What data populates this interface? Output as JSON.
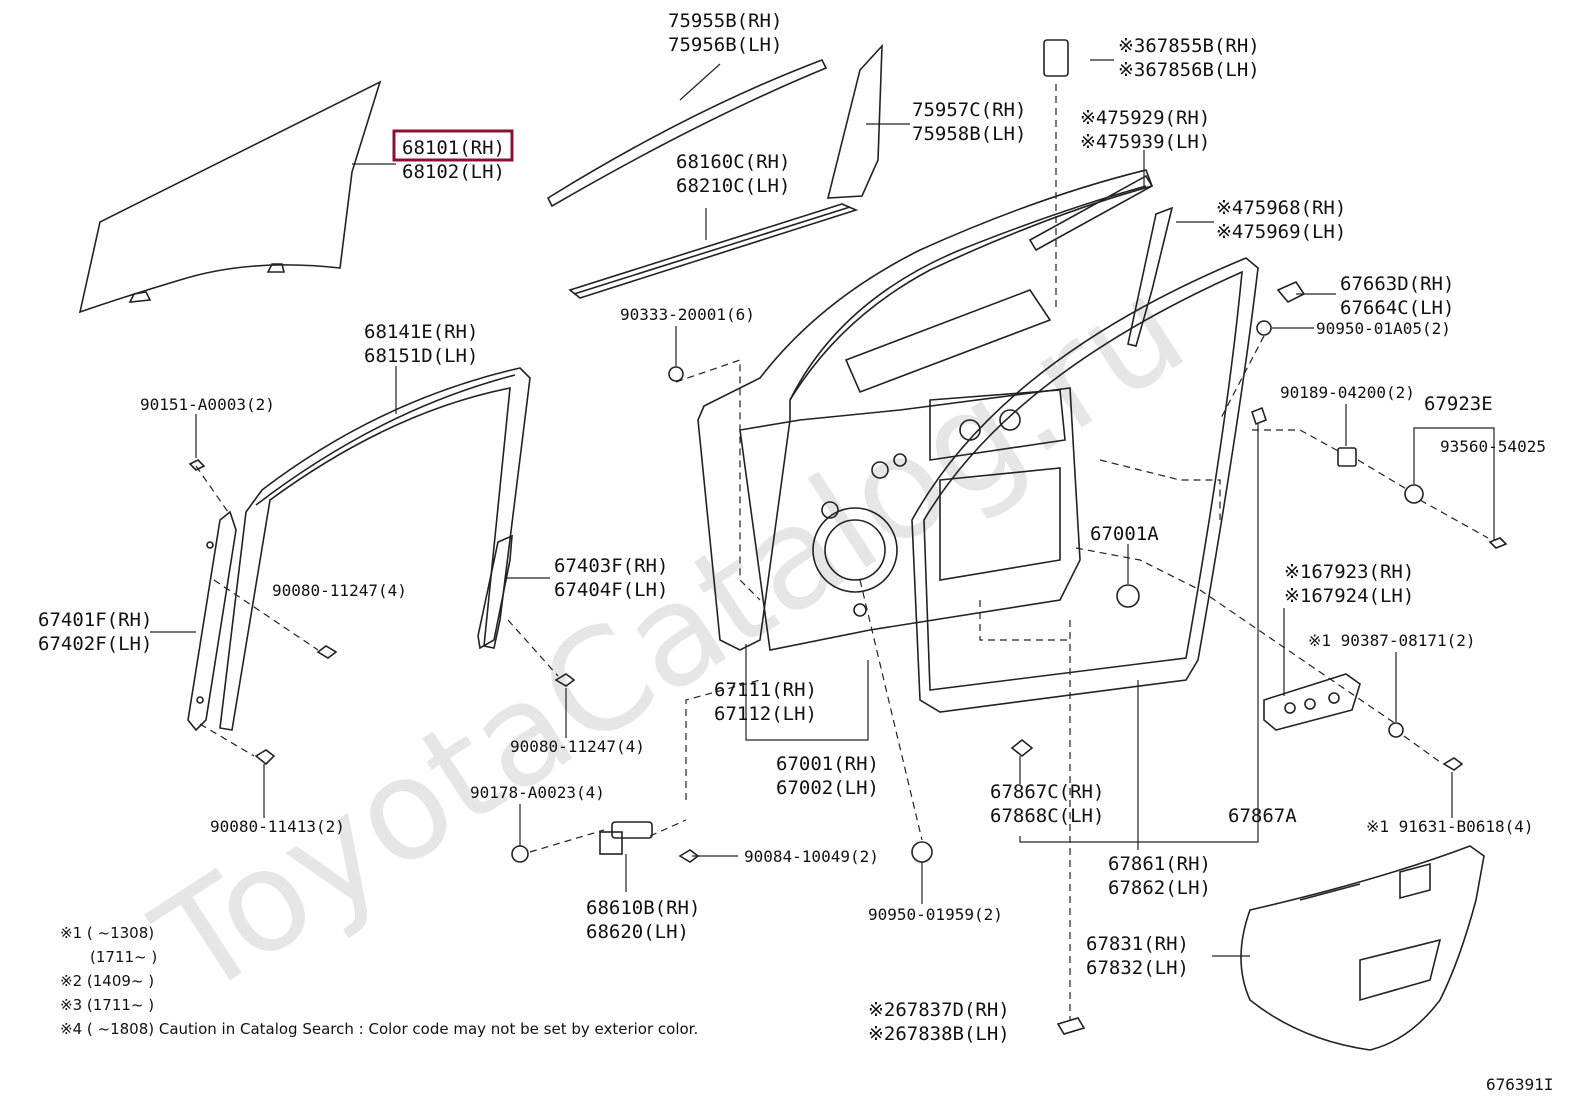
{
  "watermark": "ToyotaCatalog.ru",
  "figure_id": "676391I",
  "parts": {
    "p68101": [
      "68101(RH)",
      "68102(LH)"
    ],
    "p75955": [
      "75955B(RH)",
      "75956B(LH)"
    ],
    "p75957": [
      "75957C(RH)",
      "75958B(LH)"
    ],
    "p68160": [
      "68160C(RH)",
      "68210C(LH)"
    ],
    "p67855": [
      "※367855B(RH)",
      "※367856B(LH)"
    ],
    "p75929": [
      "※475929(RH)",
      "※475939(LH)"
    ],
    "p75968": [
      "※475968(RH)",
      "※475969(LH)"
    ],
    "p67663": [
      "67663D(RH)",
      "67664C(LH)"
    ],
    "p90950a": [
      "90950-01A05(2)"
    ],
    "p90333": [
      "90333-20001(6)"
    ],
    "p68141": [
      "68141E(RH)",
      "68151D(LH)"
    ],
    "p90151": [
      "90151-A0003(2)"
    ],
    "p90189": [
      "90189-04200(2)"
    ],
    "p67923e": [
      "67923E"
    ],
    "p93560": [
      "93560-54025"
    ],
    "p67001a": [
      "67001A"
    ],
    "p90080a": [
      "90080-11247(4)"
    ],
    "p67401": [
      "67401F(RH)",
      "67402F(LH)"
    ],
    "p67403": [
      "67403F(RH)",
      "67404F(LH)"
    ],
    "p67923": [
      "※167923(RH)",
      "※167924(LH)"
    ],
    "p90387": [
      "※1 90387-08171(2)"
    ],
    "p67111": [
      "67111(RH)",
      "67112(LH)"
    ],
    "p90080b": [
      "90080-11247(4)"
    ],
    "p67001": [
      "67001(RH)",
      "67002(LH)"
    ],
    "p90178": [
      "90178-A0023(4)"
    ],
    "p67867c": [
      "67867C(RH)",
      "67868C(LH)"
    ],
    "p67867a": [
      "67867A"
    ],
    "p90080c": [
      "90080-11413(2)"
    ],
    "p91631": [
      "※1 91631-B0618(4)"
    ],
    "p90084": [
      "90084-10049(2)"
    ],
    "p67861": [
      "67861(RH)",
      "67862(LH)"
    ],
    "p68610": [
      "68610B(RH)",
      "68620(LH)"
    ],
    "p90950b": [
      "90950-01959(2)"
    ],
    "p67831": [
      "67831(RH)",
      "67832(LH)"
    ],
    "p67837": [
      "※267837D(RH)",
      "※267838B(LH)"
    ]
  },
  "notes": [
    "※1 (      ~1308)",
    "(1711~      )",
    "※2 (1409~      )",
    "※3 (1711~      )",
    "※4 (      ~1808) Caution in Catalog Search : Color code may not be set by exterior color."
  ],
  "highlight_color": "#8b1030"
}
